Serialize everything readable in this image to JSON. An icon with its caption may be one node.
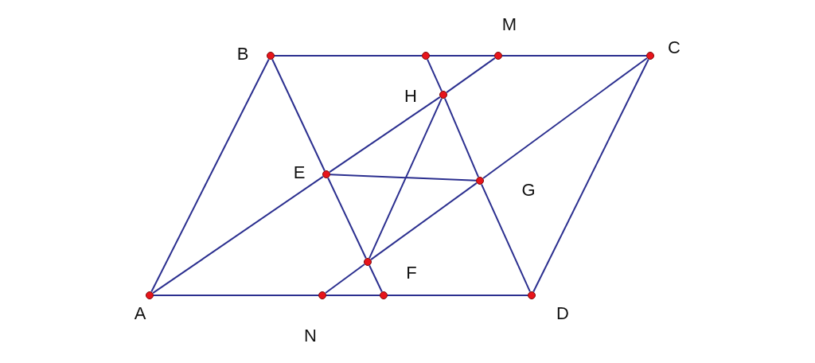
{
  "diagram": {
    "nodes": [
      {
        "text": [],
        "shape": "circle",
        "beside": [
          "B"
        ]
      },
      {
        "text": [],
        "shape": "circle"
      },
      {
        "text": [],
        "shape": "circle",
        "beside": [
          "M"
        ]
      },
      {
        "text": [],
        "shape": "circle",
        "beside": [
          "C"
        ]
      },
      {
        "text": [],
        "shape": "circle",
        "beside": [
          "H"
        ]
      },
      {
        "text": [],
        "shape": "circle",
        "beside": [
          "E"
        ]
      },
      {
        "text": [],
        "shape": "circle",
        "beside": [
          "G"
        ]
      },
      {
        "text": [],
        "shape": "circle",
        "beside": [
          "F"
        ]
      },
      {
        "text": [],
        "shape": "circle",
        "beside": [
          "A"
        ]
      },
      {
        "text": [],
        "shape": "circle",
        "beside": [
          "N"
        ]
      },
      {
        "text": [],
        "shape": "circle"
      },
      {
        "text": [],
        "shape": "circle",
        "beside": [
          "D"
        ]
      }
    ],
    "edges": [
      {
        "from": 0,
        "to": 1,
        "arrow": "none"
      },
      {
        "from": 1,
        "to": 2,
        "arrow": "none"
      },
      {
        "from": 2,
        "to": 3,
        "arrow": "none"
      },
      {
        "from": 3,
        "to": 11,
        "arrow": "none"
      },
      {
        "from": 11,
        "to": 10,
        "arrow": "none"
      },
      {
        "from": 10,
        "to": 9,
        "arrow": "none"
      },
      {
        "from": 9,
        "to": 8,
        "arrow": "none"
      },
      {
        "from": 8,
        "to": 0,
        "arrow": "none"
      },
      {
        "from": 8,
        "to": 5,
        "arrow": "none"
      },
      {
        "from": 5,
        "to": 4,
        "arrow": "none"
      },
      {
        "from": 4,
        "to": 2,
        "arrow": "none"
      },
      {
        "from": 9,
        "to": 7,
        "arrow": "none"
      },
      {
        "from": 7,
        "to": 6,
        "arrow": "none"
      },
      {
        "from": 6,
        "to": 3,
        "arrow": "none"
      },
      {
        "from": 0,
        "to": 5,
        "arrow": "none"
      },
      {
        "from": 5,
        "to": 7,
        "arrow": "none"
      },
      {
        "from": 7,
        "to": 10,
        "arrow": "none"
      },
      {
        "from": 1,
        "to": 4,
        "arrow": "none"
      },
      {
        "from": 4,
        "to": 6,
        "arrow": "none"
      },
      {
        "from": 6,
        "to": 11,
        "arrow": "none"
      },
      {
        "from": 5,
        "to": 6,
        "arrow": "none"
      },
      {
        "from": 4,
        "to": 7,
        "arrow": "none"
      }
    ]
  }
}
